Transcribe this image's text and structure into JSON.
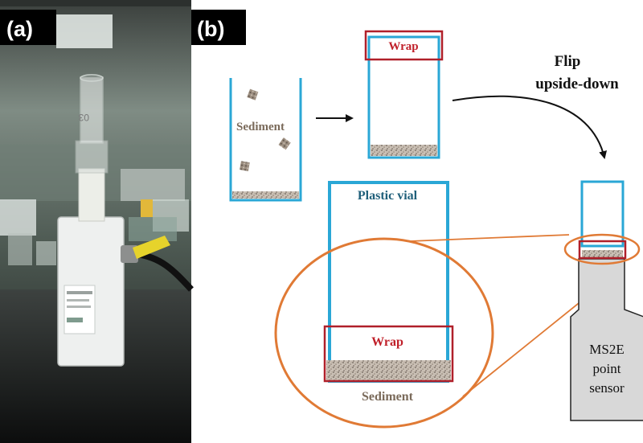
{
  "panel_a": {
    "label": "(a)",
    "vial_marking": "03"
  },
  "panel_b": {
    "label": "(b)",
    "wrap_top": "Wrap",
    "sediment_left": "Sediment",
    "flip_line1": "Flip",
    "flip_line2": "upside-down",
    "plastic_vial": "Plastic vial",
    "wrap_zoom": "Wrap",
    "sediment_zoom": "Sediment",
    "sensor_line1": "MS2E",
    "sensor_line2": "point",
    "sensor_line3": "sensor"
  },
  "colors": {
    "vial_outline": "#2aa7d6",
    "wrap_box": "#b0202a",
    "zoom_ellipse": "#e07a35",
    "wrap_text": "#c0202a",
    "sediment_text": "#7a6a5a",
    "plastic_vial_text": "#1f5f7a",
    "sensor_fill": "#d8d8d8"
  }
}
